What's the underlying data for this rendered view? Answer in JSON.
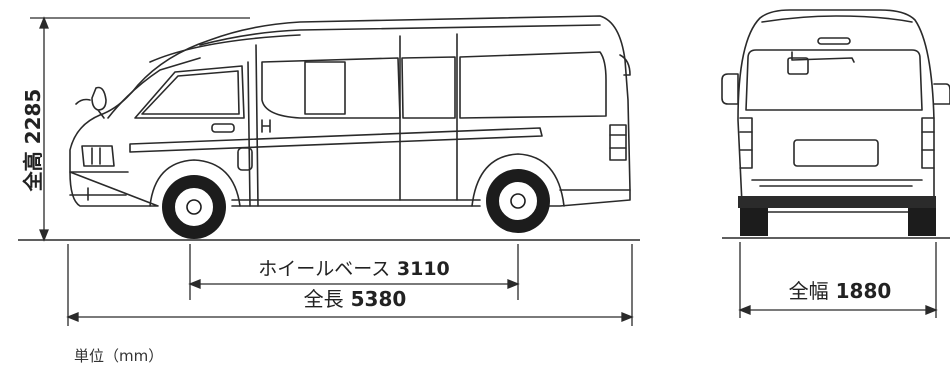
{
  "dimensions": {
    "height": {
      "label": "全高",
      "value": "2285"
    },
    "wheelbase": {
      "label": "ホイールベース",
      "value": "3110"
    },
    "length": {
      "label": "全長",
      "value": "5380"
    },
    "width": {
      "label": "全幅",
      "value": "1880"
    }
  },
  "unit_note": "単位（mm）",
  "colors": {
    "line": "#2a2a2a",
    "tire": "#1c1c1c",
    "bumper": "#2b2b2b"
  }
}
